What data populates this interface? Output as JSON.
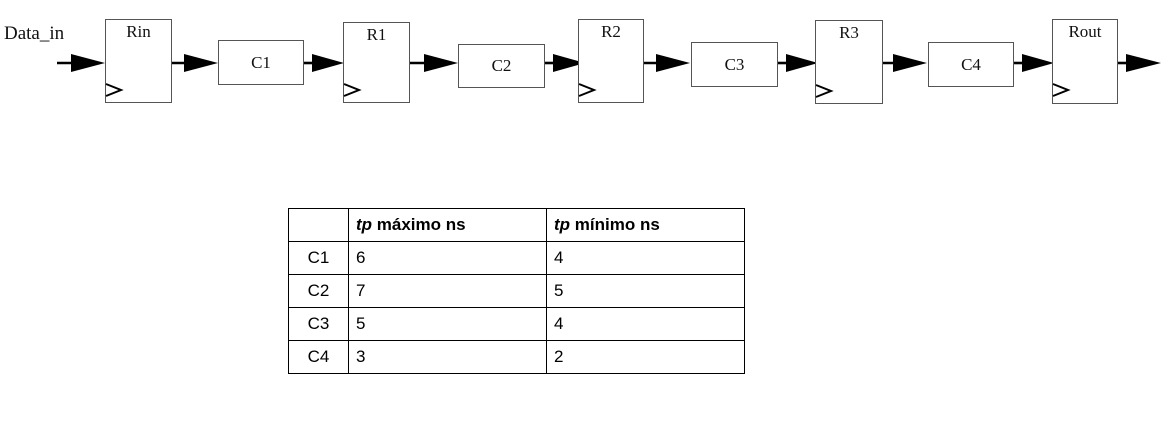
{
  "diagram": {
    "input_label": "Data_in",
    "stages": [
      {
        "type": "register",
        "label": "Rin",
        "name": "register-rin"
      },
      {
        "type": "combinational",
        "label": "C1",
        "name": "comb-block-c1"
      },
      {
        "type": "register",
        "label": "R1",
        "name": "register-r1"
      },
      {
        "type": "combinational",
        "label": "C2",
        "name": "comb-block-c2"
      },
      {
        "type": "register",
        "label": "R2",
        "name": "register-r2"
      },
      {
        "type": "combinational",
        "label": "C3",
        "name": "comb-block-c3"
      },
      {
        "type": "register",
        "label": "R3",
        "name": "register-r3"
      },
      {
        "type": "combinational",
        "label": "C4",
        "name": "comb-block-c4"
      },
      {
        "type": "register",
        "label": "Rout",
        "name": "register-rout"
      }
    ]
  },
  "table": {
    "headers": [
      "",
      "tp máximo ns",
      "tp mínimo ns"
    ],
    "header_prefix": "tp",
    "header_rest": [
      " máximo ns",
      " mínimo ns"
    ],
    "rows": [
      {
        "name": "C1",
        "tp_max": "6",
        "tp_min": "4"
      },
      {
        "name": "C2",
        "tp_max": "7",
        "tp_min": "5"
      },
      {
        "name": "C3",
        "tp_max": "5",
        "tp_min": "4"
      },
      {
        "name": "C4",
        "tp_max": "3",
        "tp_min": "2"
      }
    ]
  },
  "chart_data": {
    "type": "table",
    "title": "",
    "categories": [
      "C1",
      "C2",
      "C3",
      "C4"
    ],
    "series": [
      {
        "name": "tp máximo ns",
        "values": [
          6,
          7,
          5,
          3
        ]
      },
      {
        "name": "tp mínimo ns",
        "values": [
          4,
          5,
          4,
          2
        ]
      }
    ]
  }
}
